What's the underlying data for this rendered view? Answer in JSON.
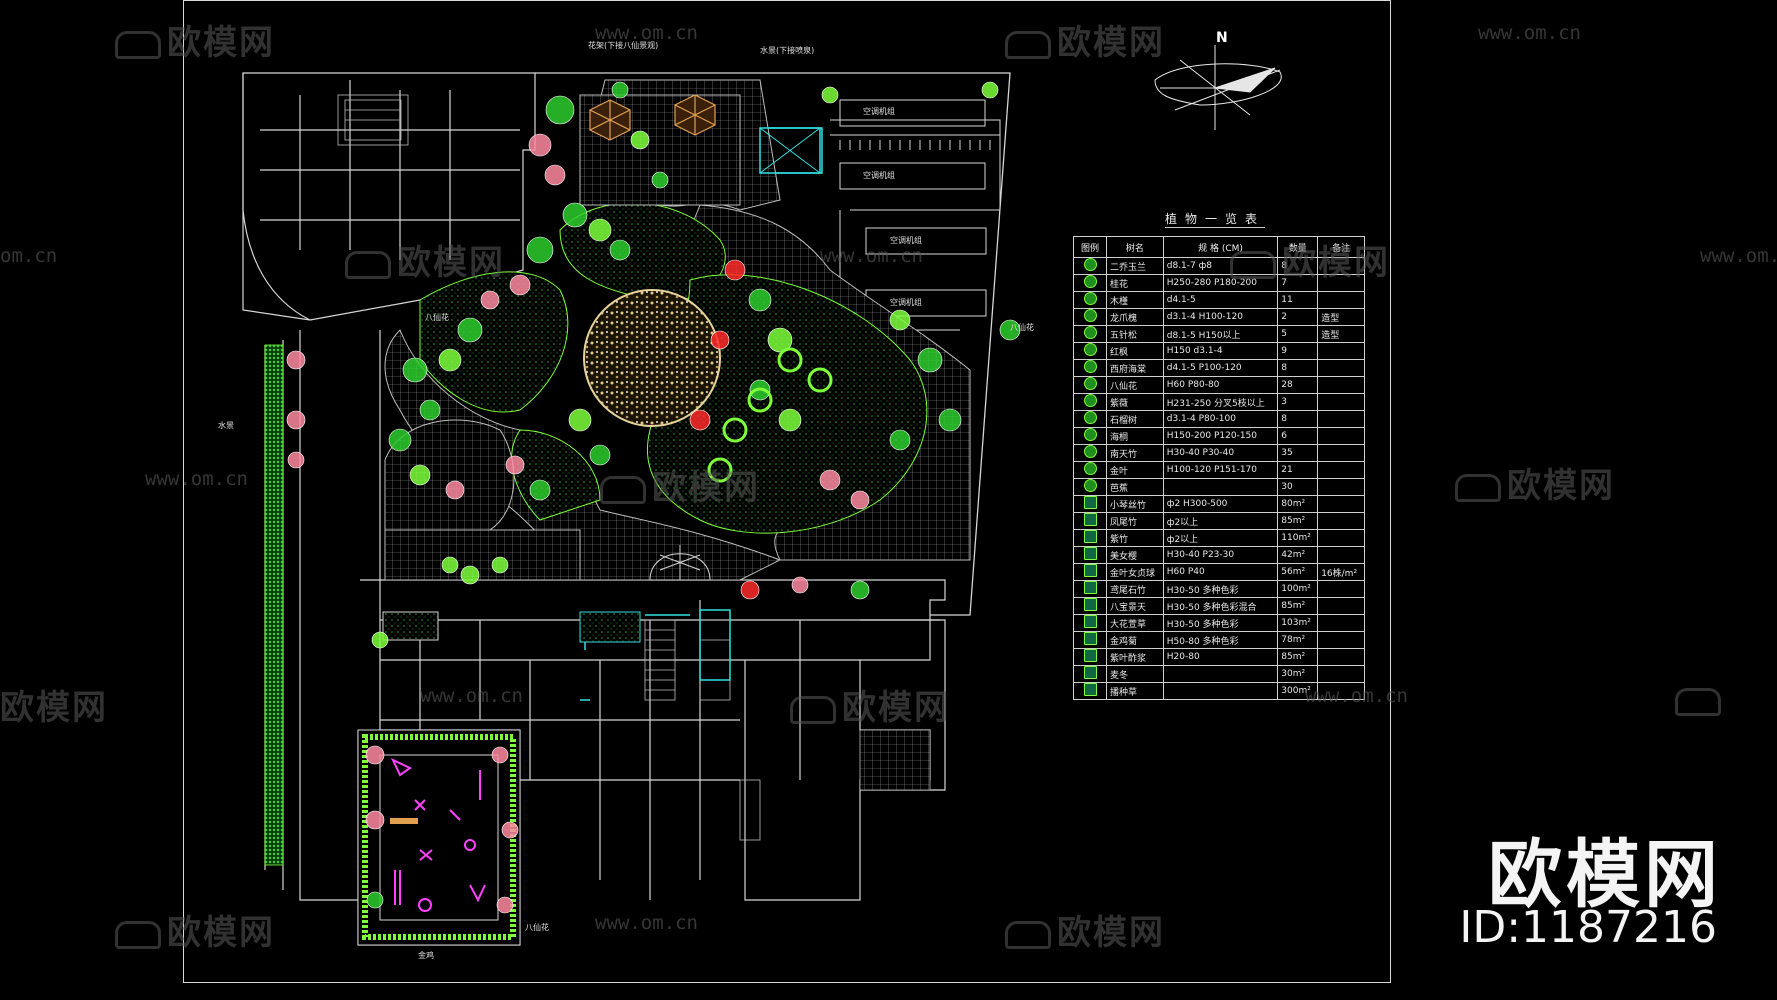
{
  "watermarks": {
    "brand_text": "欧模网",
    "url_text": "www.om.cn",
    "url_partial": "om.cn"
  },
  "brand": {
    "title": "欧模网",
    "id_label": "ID:1187216"
  },
  "north_label": "N",
  "legend": {
    "title": "植物一览表",
    "headers": [
      "图例",
      "树名",
      "规 格 (CM)",
      "数量",
      "备注"
    ],
    "rows": [
      {
        "name": "二乔玉兰",
        "spec": "d8.1-7    ф8",
        "qty": "8",
        "note": ""
      },
      {
        "name": "桂花",
        "spec": "H250-280  P180-200",
        "qty": "7",
        "note": ""
      },
      {
        "name": "木槿",
        "spec": "d4.1-5",
        "qty": "11",
        "note": ""
      },
      {
        "name": "龙爪槐",
        "spec": "d3.1-4    H100-120",
        "qty": "2",
        "note": "造型"
      },
      {
        "name": "五针松",
        "spec": "d8.1-5    H150以上",
        "qty": "5",
        "note": "造型"
      },
      {
        "name": "红枫",
        "spec": "H150      d3.1-4",
        "qty": "9",
        "note": ""
      },
      {
        "name": "西府海棠",
        "spec": "d4.1-5    P100-120",
        "qty": "8",
        "note": ""
      },
      {
        "name": "八仙花",
        "spec": "H60    P80-80",
        "qty": "28",
        "note": ""
      },
      {
        "name": "紫薇",
        "spec": "H231-250  分叉5枝以上",
        "qty": "3",
        "note": ""
      },
      {
        "name": "石榴树",
        "spec": "d3.1-4    P80-100",
        "qty": "8",
        "note": ""
      },
      {
        "name": "海桐",
        "spec": "H150-200  P120-150",
        "qty": "6",
        "note": ""
      },
      {
        "name": "南天竹",
        "spec": "H30-40    P30-40",
        "qty": "35",
        "note": ""
      },
      {
        "name": "金叶",
        "spec": "H100-120  P151-170",
        "qty": "21",
        "note": ""
      },
      {
        "name": "芭蕉",
        "spec": "",
        "qty": "30",
        "note": ""
      },
      {
        "name": "小琴丝竹",
        "spec": "ф2    H300-500",
        "qty": "80m²",
        "note": ""
      },
      {
        "name": "凤尾竹",
        "spec": "ф2以上",
        "qty": "85m²",
        "note": ""
      },
      {
        "name": "紫竹",
        "spec": "ф2以上",
        "qty": "110m²",
        "note": ""
      },
      {
        "name": "美女樱",
        "spec": "H30-40    P23-30",
        "qty": "42m²",
        "note": ""
      },
      {
        "name": "金叶女贞球",
        "spec": "H60    P40",
        "qty": "56m²",
        "note": "16株/m²"
      },
      {
        "name": "鸢尾石竹",
        "spec": "H30-50  多种色彩",
        "qty": "100m²",
        "note": ""
      },
      {
        "name": "八宝景天",
        "spec": "H30-50  多种色彩混合",
        "qty": "85m²",
        "note": ""
      },
      {
        "name": "大花萱草",
        "spec": "H30-50  多种色彩",
        "qty": "103m²",
        "note": ""
      },
      {
        "name": "金鸡菊",
        "spec": "H50-80  多种色彩",
        "qty": "78m²",
        "note": ""
      },
      {
        "name": "紫叶酢浆",
        "spec": "H20-80",
        "qty": "85m²",
        "note": ""
      },
      {
        "name": "麦冬",
        "spec": "",
        "qty": "30m²",
        "note": ""
      },
      {
        "name": "播种草",
        "spec": "",
        "qty": "300m²",
        "note": ""
      }
    ]
  },
  "plan_labels": {
    "parking_1": "空调机组",
    "parking_2": "空调机组",
    "parking_3": "空调机组",
    "parking_4": "空调机组",
    "top_note_1": "花架(下接八仙景观)",
    "top_note_2": "水景(下接喷泉)",
    "left_note_1": "水景",
    "left_note_2": "八仙花",
    "right_note_1": "八仙花",
    "bottom_note_1": "八仙花",
    "bottom_note_2": "金鸡"
  },
  "colors": {
    "green": "#2ecc2e",
    "bright_green": "#7dff3a",
    "dark_green": "#0f6d0f",
    "white": "#e6e6e6",
    "magenta": "#ff40ff",
    "red": "#ff2a2a",
    "gold": "#d8a85a",
    "cyan": "#30e0e0"
  }
}
